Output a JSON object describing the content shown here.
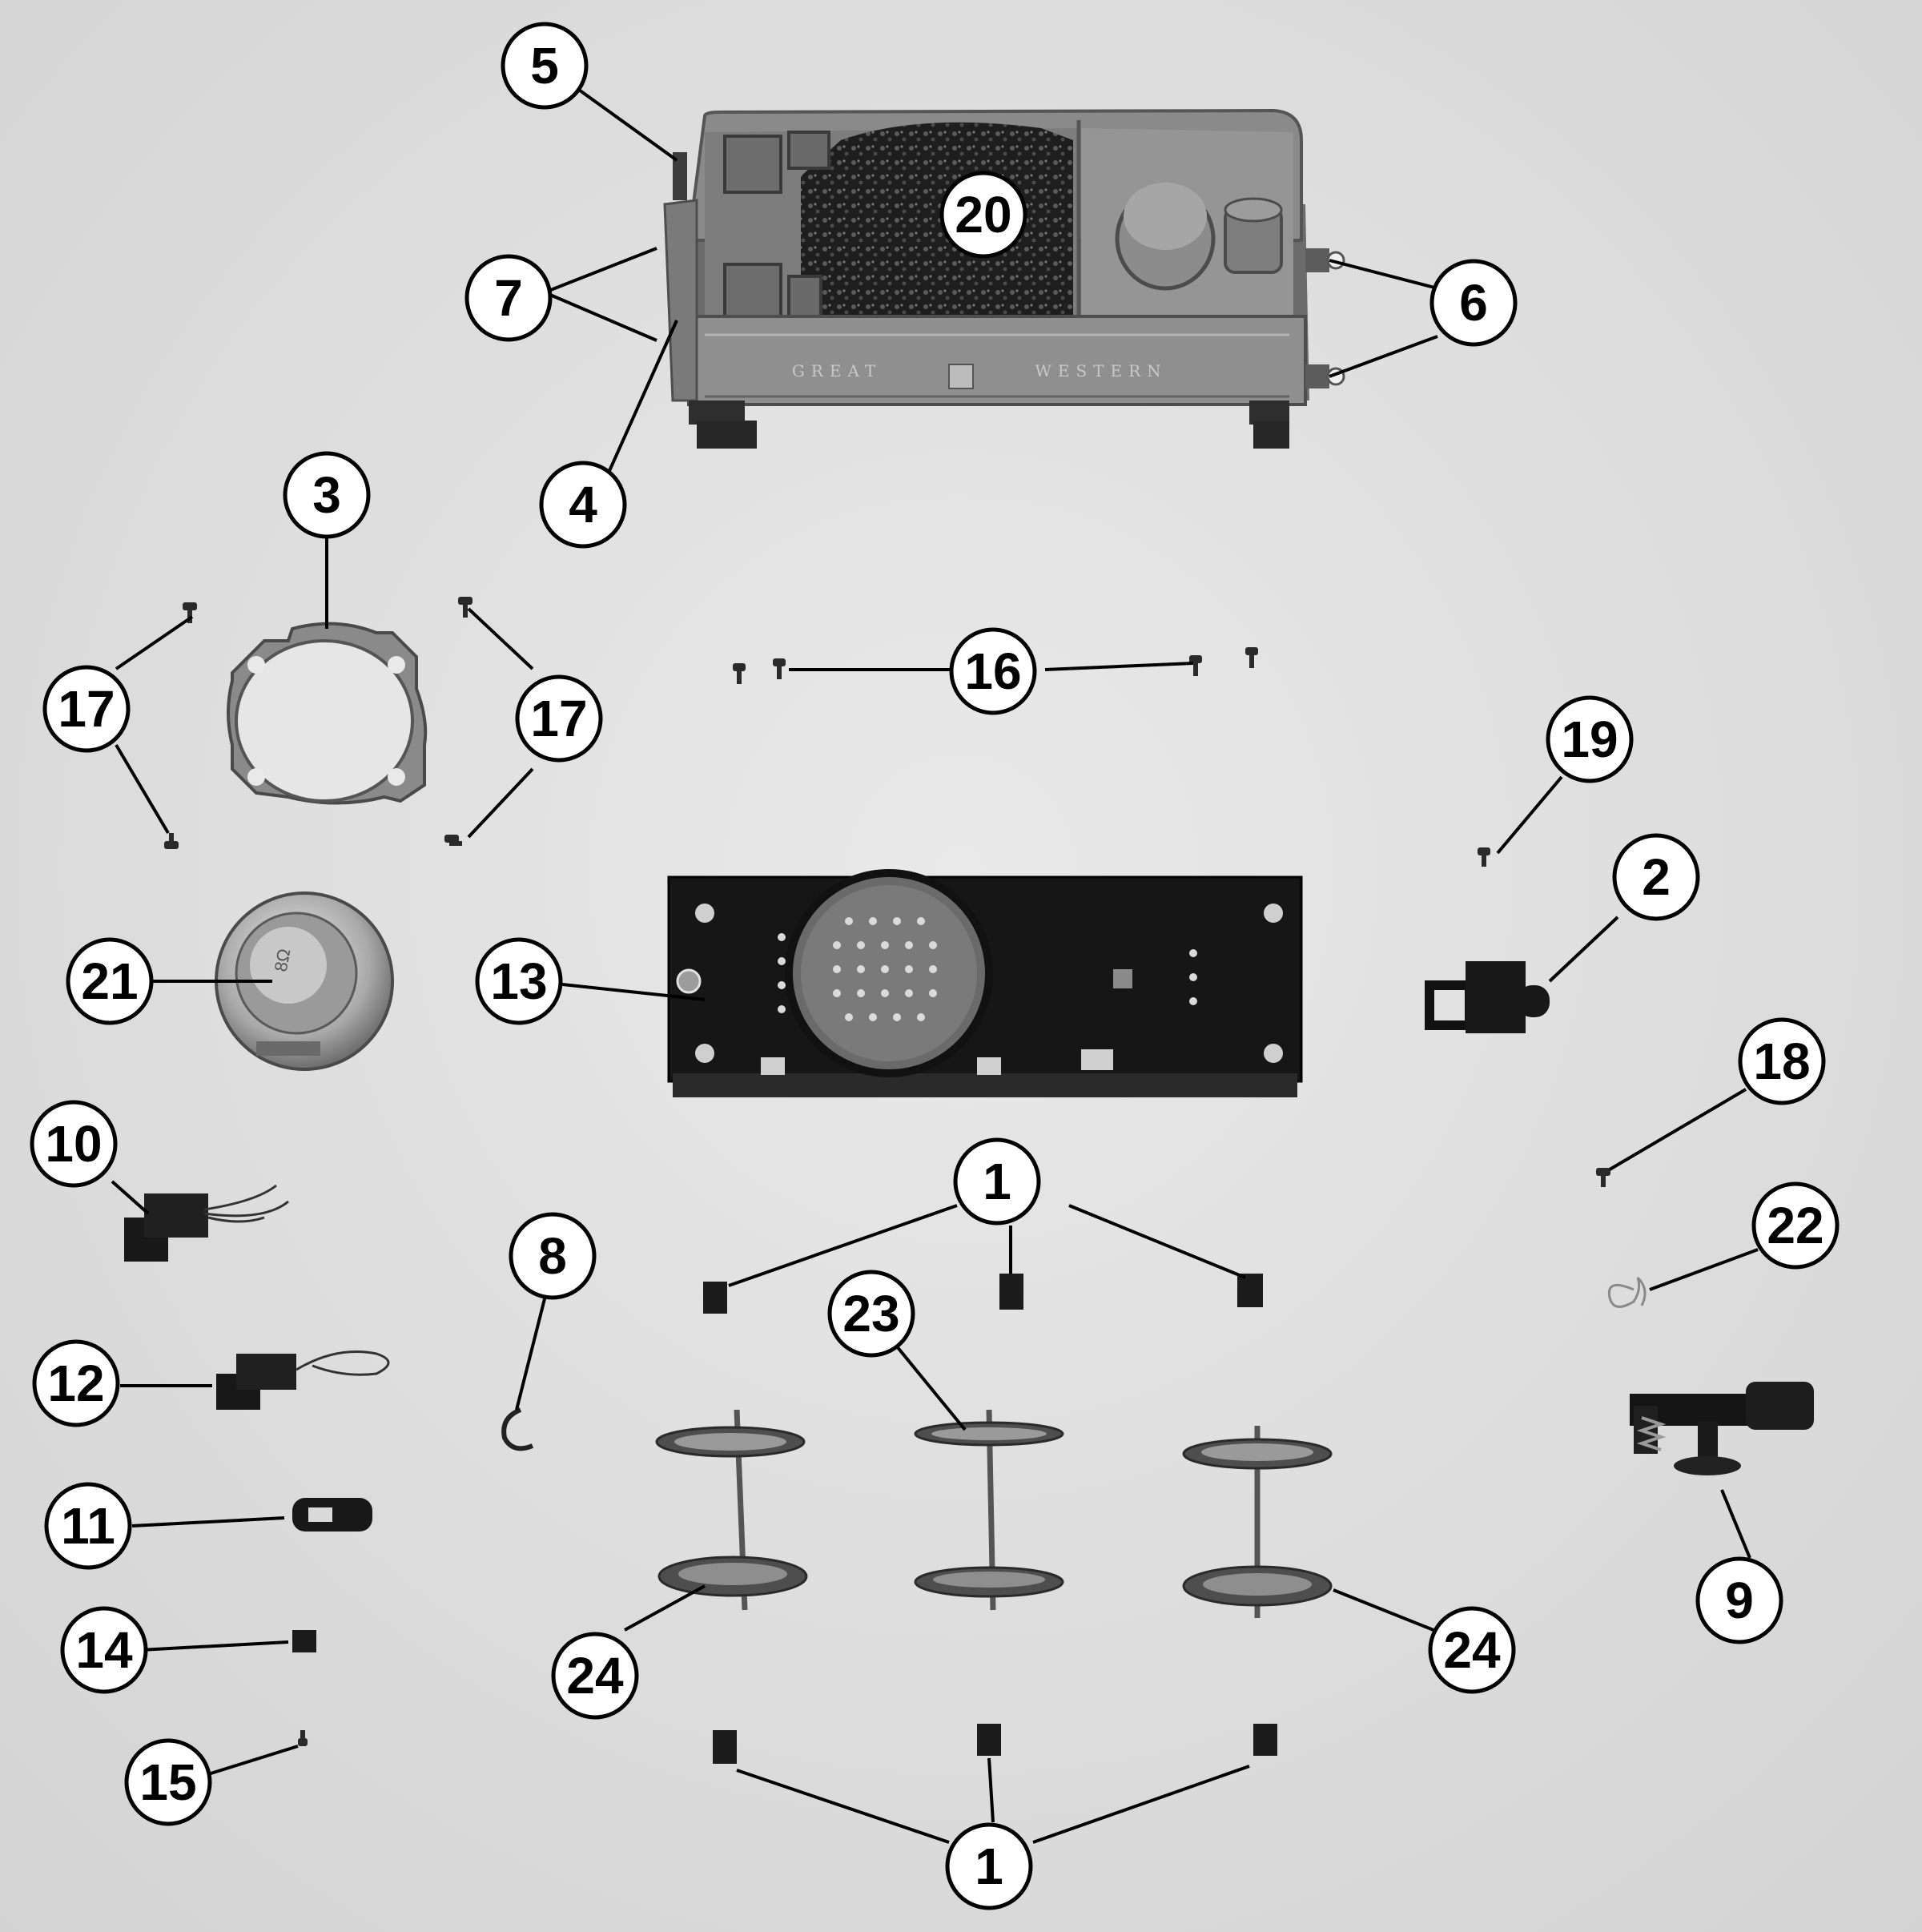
{
  "tender_lettering": {
    "left_word": "GREAT",
    "right_word": "WESTERN"
  },
  "speaker_marking": "8Ω",
  "callout_labels": {
    "c5": "5",
    "c20": "20",
    "c7": "7",
    "c6": "6",
    "c4": "4",
    "c3": "3",
    "c17a": "17",
    "c17b": "17",
    "c16": "16",
    "c19": "19",
    "c2": "2",
    "c21": "21",
    "c13": "13",
    "c18": "18",
    "c10": "10",
    "c1_top": "1",
    "c22": "22",
    "c8": "8",
    "c23": "23",
    "c12": "12",
    "c11": "11",
    "c9": "9",
    "c14": "14",
    "c24a": "24",
    "c24b": "24",
    "c15": "15",
    "c1_bottom": "1"
  }
}
